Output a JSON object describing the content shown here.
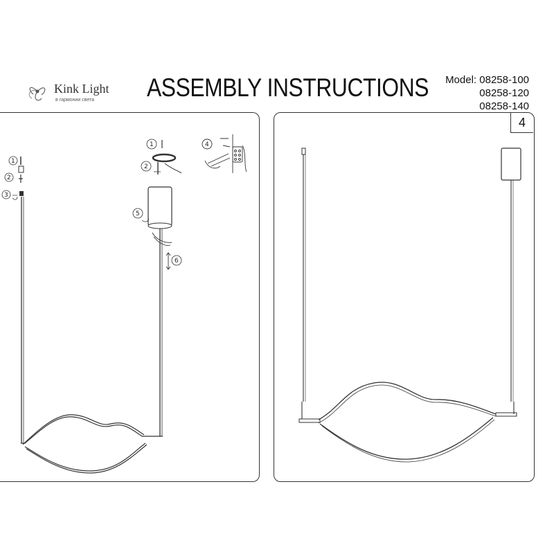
{
  "brand": {
    "name": "Kink Light",
    "tagline": "в гармонии света"
  },
  "title": "ASSEMBLY INSTRUCTIONS",
  "models": {
    "label": "Model:",
    "numbers": [
      "08258-100",
      "08258-120",
      "08258-140"
    ]
  },
  "left_panel": {
    "steps": [
      "1",
      "2",
      "3",
      "1",
      "2",
      "4",
      "5",
      "6"
    ]
  },
  "right_panel": {
    "step_number": "4"
  },
  "colors": {
    "line": "#333333",
    "background": "#ffffff"
  }
}
